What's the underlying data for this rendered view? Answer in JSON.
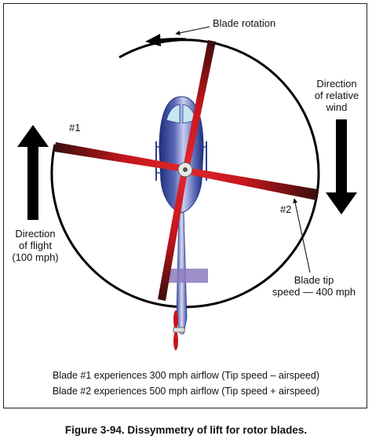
{
  "labels": {
    "blade_rotation": "Blade rotation",
    "direction_relative_wind": [
      "Direction",
      "of relative",
      "wind"
    ],
    "direction_of_flight": [
      "Direction",
      "of flight",
      "(100 mph)"
    ],
    "blade_1": "#1",
    "blade_2": "#2",
    "blade_tip_speed": [
      "Blade tip",
      "speed — 400 mph"
    ]
  },
  "notes": {
    "blade_1_note": "Blade #1 experiences 300 mph airflow (Tip speed – airspeed)",
    "blade_2_note": "Blade #2 experiences 500 mph airflow (Tip speed + airspeed)"
  },
  "caption": "Figure 3-94. Dissymmetry of lift for rotor blades.",
  "colors": {
    "blade_red": "#c4161c",
    "blade_dark": "#3a0e0e",
    "fuselage_blue": "#2d3f8c",
    "fuselage_light": "#a8b0e0",
    "tail_lavender": "#8c7bc0",
    "arrow_black": "#000000"
  }
}
